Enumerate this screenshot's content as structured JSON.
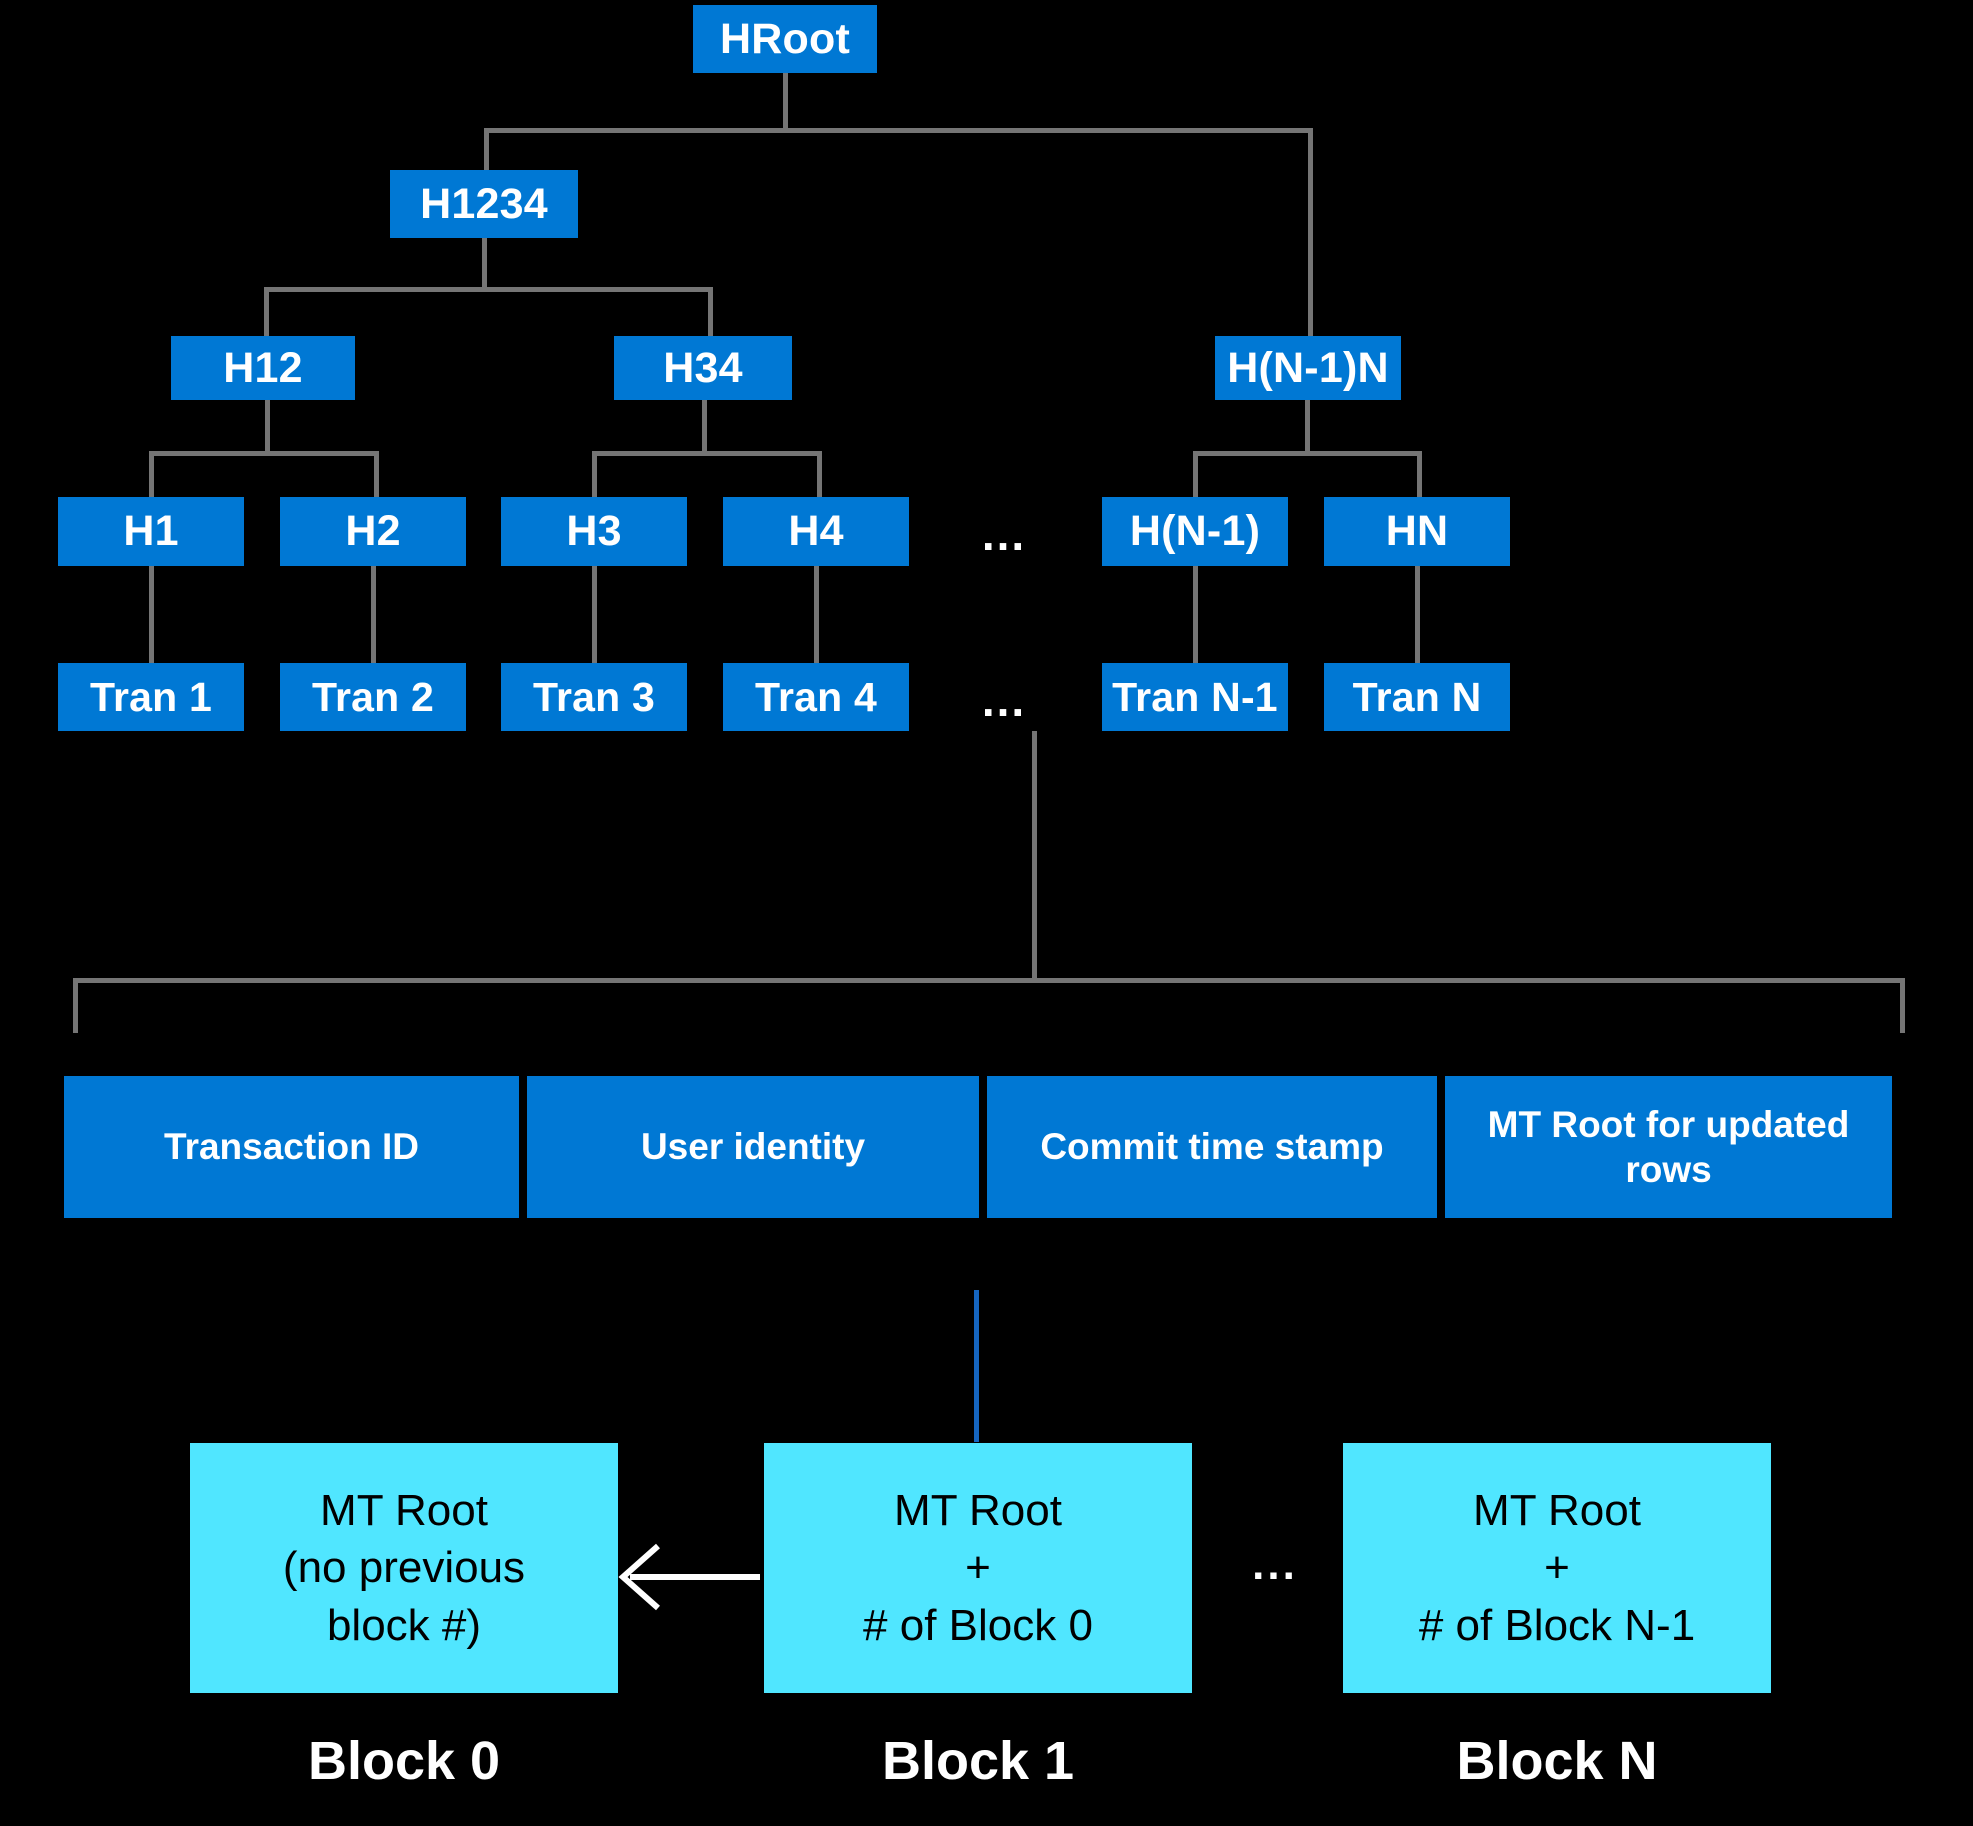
{
  "meta": {
    "background": "#000000",
    "node_color": "#0078D4",
    "block_color": "#50E6FF",
    "line_color": "#757575",
    "blue_link_color": "#1565C0",
    "text_light": "#FFFFFF",
    "text_dark": "#000000"
  },
  "tree": {
    "root": {
      "label": "HRoot"
    },
    "level2": [
      {
        "label": "H1234"
      }
    ],
    "level3": [
      {
        "label": "H12"
      },
      {
        "label": "H34"
      },
      {
        "label": "H(N-1)N"
      }
    ],
    "level4": [
      {
        "label": "H1"
      },
      {
        "label": "H2"
      },
      {
        "label": "H3"
      },
      {
        "label": "H4"
      },
      {
        "label": "H(N-1)"
      },
      {
        "label": "HN"
      }
    ],
    "level4_ellipsis": "...",
    "transactions": [
      {
        "label": "Tran 1"
      },
      {
        "label": "Tran 2"
      },
      {
        "label": "Tran 3"
      },
      {
        "label": "Tran 4"
      },
      {
        "label": "Tran N-1"
      },
      {
        "label": "Tran N"
      }
    ],
    "transactions_ellipsis": "..."
  },
  "transaction_record": {
    "fields": [
      {
        "label": "Transaction ID"
      },
      {
        "label": "User identity"
      },
      {
        "label": "Commit time stamp"
      },
      {
        "label": "MT Root for updated rows"
      }
    ]
  },
  "blockchain": {
    "ellipsis": "...",
    "blocks": [
      {
        "lines": [
          "MT Root",
          "(no previous",
          "block #)"
        ],
        "caption": "Block 0"
      },
      {
        "lines": [
          "MT Root",
          "+",
          "# of Block 0"
        ],
        "caption": "Block 1"
      },
      {
        "lines": [
          "MT Root",
          "+",
          "# of Block N-1"
        ],
        "caption": "Block N"
      }
    ]
  }
}
